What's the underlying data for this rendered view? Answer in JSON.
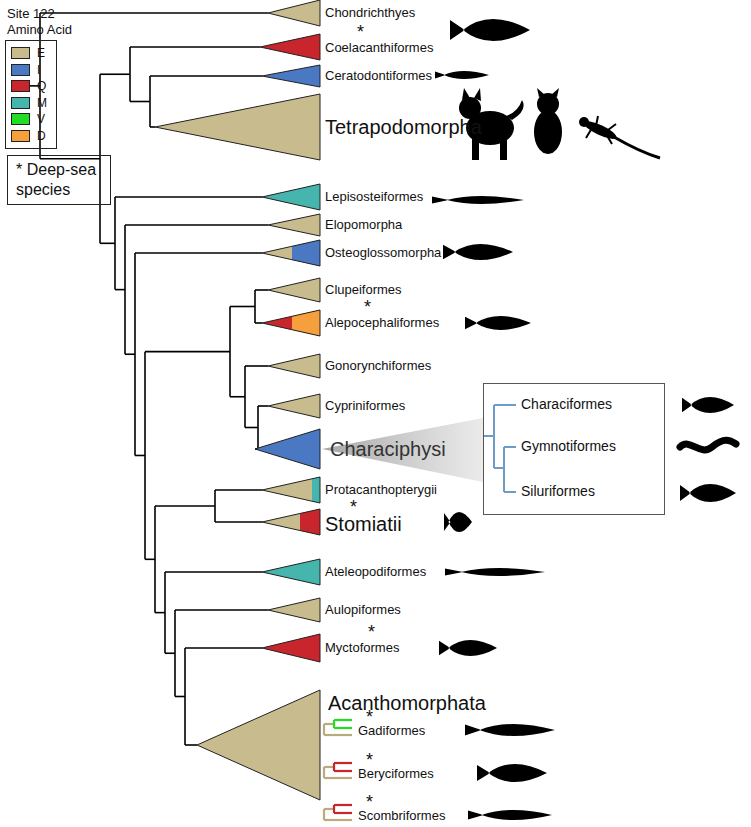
{
  "diagram": {
    "nodes": [
      {
        "text": [
          "Site 122 Amino Acid"
        ]
      },
      {
        "text": [
          "* Deep-sea species"
        ]
      },
      {
        "text": [
          "Characiformes",
          "Gymnotiformes",
          "Siluriformes"
        ]
      }
    ],
    "labels": [
      "Chondrichthyes",
      "*",
      "Coelacanthiformes",
      "Ceratodontiformes",
      "Tetrapodomorpha",
      "Lepisosteiformes",
      "Elopomorpha",
      "Osteoglossomorpha",
      "Clupeiformes",
      "*",
      "Alepocephaliformes",
      "Gonorynchiformes",
      "Cypriniformes",
      "Characiphysi",
      "Protacanthopterygii",
      "*",
      "Stomiatii",
      "Ateleopodiformes",
      "Aulopiformes",
      "*",
      "Myctoformes",
      "Acanthomorphata",
      "*",
      "Gadiformes",
      "*",
      "Beryciformes",
      "*",
      "Scombriformes"
    ],
    "legend": [
      {
        "text": "E",
        "color": "#c8bc8e"
      },
      {
        "text": "I",
        "color": "#4a78c2"
      },
      {
        "text": "Q",
        "color": "#c8252c"
      },
      {
        "text": "M",
        "color": "#45b5ad"
      },
      {
        "text": "V",
        "color": "#22dd22"
      },
      {
        "text": "D",
        "color": "#f5a03c"
      }
    ]
  }
}
